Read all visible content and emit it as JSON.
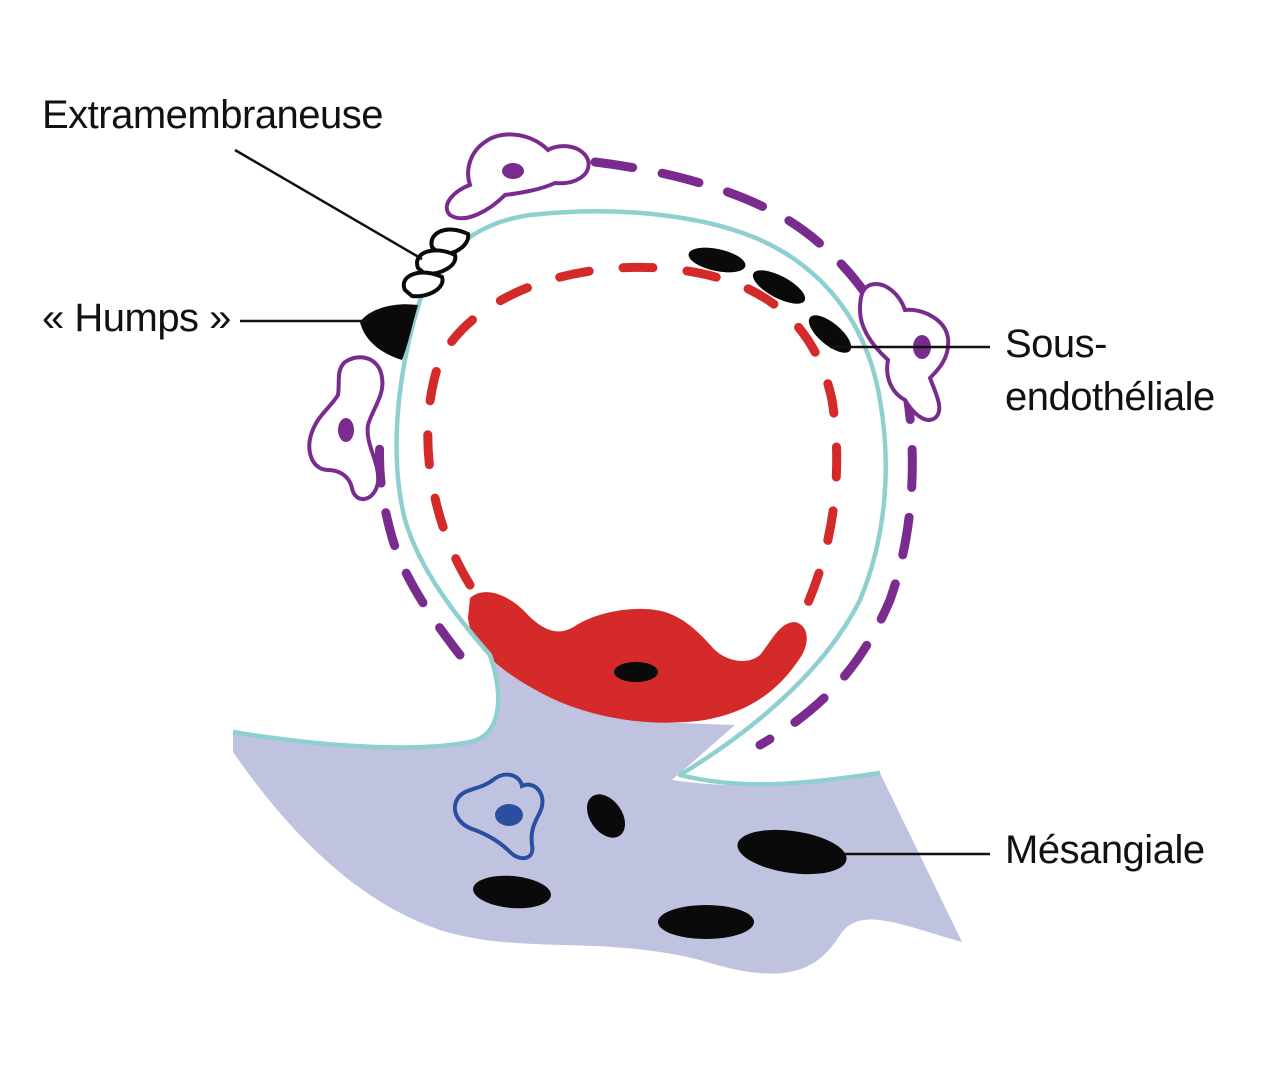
{
  "labels": {
    "extramembraneuse": "Extramembraneuse",
    "humps": "« Humps »",
    "sous_line1": "Sous-",
    "sous_line2": "endothéliale",
    "mesangiale": "Mésangiale"
  },
  "colors": {
    "mesangium_fill": "#c0c3df",
    "basement_membrane": "#8fcfd0",
    "endothelium": "#d42a2a",
    "podocyte": "#7a2c8e",
    "deposit": "#0a0a0a",
    "mesangial_cell": "#2a4fa0",
    "leader_line": "#111111"
  }
}
